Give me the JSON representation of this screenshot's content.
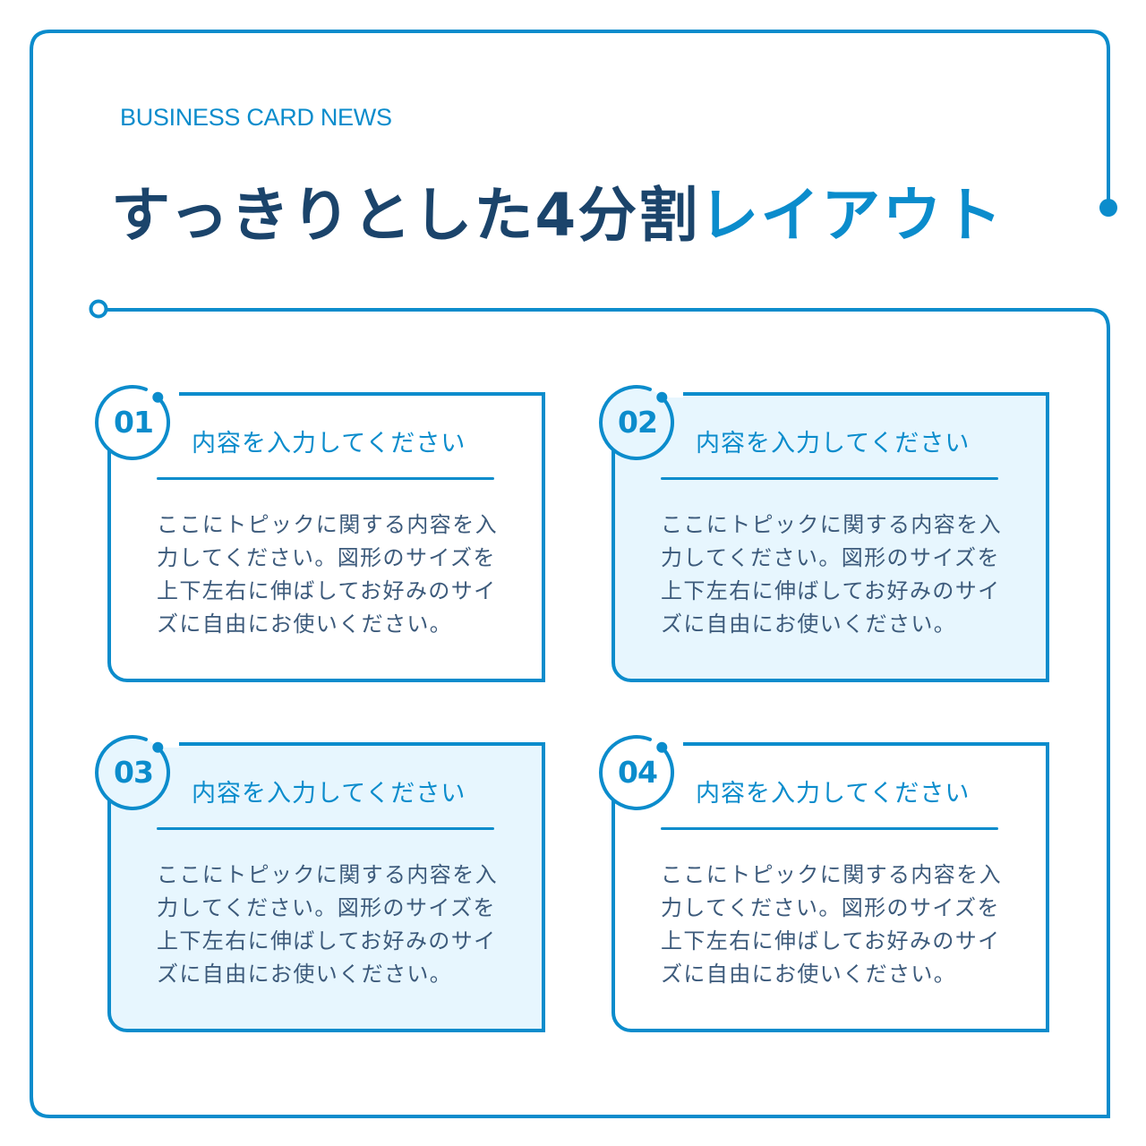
{
  "header": {
    "eyebrow": "BUSINESS CARD NEWS",
    "title_dark": "すっきりとした4分割",
    "title_accent": "レイアウト"
  },
  "colors": {
    "accent": "#0b8ccc",
    "title_dark": "#1b446b",
    "body_text": "#3c5a7b",
    "card_fill": "#e7f6fe",
    "background": "#ffffff"
  },
  "cards": [
    {
      "number": "01",
      "heading": "内容を入力してください",
      "body_lines": [
        "ここにトピックに関する内容を入",
        "力してください。図形のサイズを",
        "上下左右に伸ばしてお好みのサイ",
        "ズに自由にお使いください。"
      ],
      "filled": false
    },
    {
      "number": "02",
      "heading": "内容を入力してください",
      "body_lines": [
        "ここにトピックに関する内容を入",
        "力してください。図形のサイズを",
        "上下左右に伸ばしてお好みのサイ",
        "ズに自由にお使いください。"
      ],
      "filled": true
    },
    {
      "number": "03",
      "heading": "内容を入力してください",
      "body_lines": [
        "ここにトピックに関する内容を入",
        "力してください。図形のサイズを",
        "上下左右に伸ばしてお好みのサイ",
        "ズに自由にお使いください。"
      ],
      "filled": true
    },
    {
      "number": "04",
      "heading": "内容を入力してください",
      "body_lines": [
        "ここにトピックに関する内容を入",
        "力してください。図形のサイズを",
        "上下左右に伸ばしてお好みのサイ",
        "ズに自由にお使いください。"
      ],
      "filled": false
    }
  ]
}
